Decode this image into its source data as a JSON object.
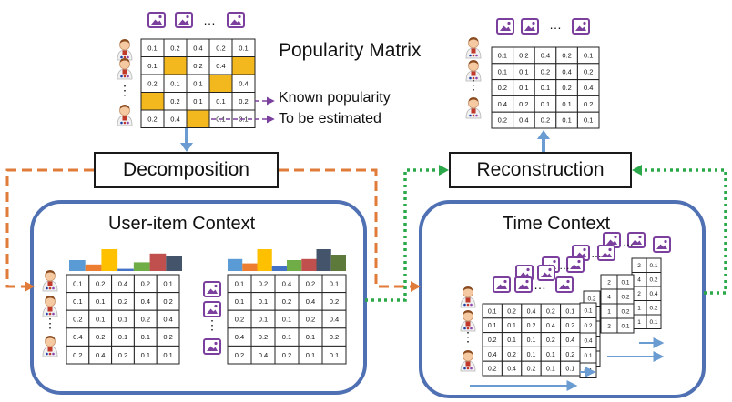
{
  "popularity": {
    "title": "Popularity Matrix",
    "matrix": [
      [
        "0.1",
        "0.2",
        "0.4",
        "0.2",
        "0.1"
      ],
      [
        "0.1",
        "",
        "0.2",
        "0.4",
        ""
      ],
      [
        "0.2",
        "0.1",
        "0.1",
        "",
        "0.4"
      ],
      [
        "",
        "0.2",
        "0.1",
        "0.1",
        "0.2"
      ],
      [
        "0.2",
        "0.4",
        "",
        "0.1",
        "0.1"
      ]
    ],
    "known_highlight_cells": [
      [
        1,
        1
      ],
      [
        1,
        4
      ],
      [
        2,
        3
      ],
      [
        3,
        0
      ],
      [
        4,
        2
      ]
    ],
    "legend_known": "Known popularity",
    "legend_estimated": "To be estimated",
    "highlight_color": "#F2B81E"
  },
  "steps": {
    "decomposition": "Decomposition",
    "reconstruction": "Reconstruction"
  },
  "contexts": {
    "user_item_title": "User-item Context",
    "time_title": "Time Context"
  },
  "reconstructed": {
    "matrix": [
      [
        "0.1",
        "0.2",
        "0.4",
        "0.2",
        "0.1"
      ],
      [
        "0.1",
        "0.1",
        "0.2",
        "0.4",
        "0.2"
      ],
      [
        "0.2",
        "0.1",
        "0.1",
        "0.2",
        "0.4"
      ],
      [
        "0.4",
        "0.2",
        "0.1",
        "0.1",
        "0.2"
      ],
      [
        "0.2",
        "0.4",
        "0.2",
        "0.1",
        "0.1"
      ]
    ]
  },
  "user_item": {
    "matrix_left": [
      [
        "0.1",
        "0.2",
        "0.4",
        "0.2",
        "0.1"
      ],
      [
        "0.1",
        "0.1",
        "0.2",
        "0.4",
        "0.2"
      ],
      [
        "0.2",
        "0.1",
        "0.1",
        "0.2",
        "0.4"
      ],
      [
        "0.4",
        "0.2",
        "0.1",
        "0.1",
        "0.2"
      ],
      [
        "0.2",
        "0.4",
        "0.2",
        "0.1",
        "0.1"
      ]
    ],
    "matrix_right": [
      [
        "0.1",
        "0.2",
        "0.4",
        "0.2",
        "0.1"
      ],
      [
        "0.1",
        "0.1",
        "0.2",
        "0.4",
        "0.2"
      ],
      [
        "0.2",
        "0.1",
        "0.1",
        "0.2",
        "0.4"
      ],
      [
        "0.4",
        "0.2",
        "0.1",
        "0.1",
        "0.2"
      ],
      [
        "0.2",
        "0.4",
        "0.2",
        "0.1",
        "0.1"
      ]
    ],
    "bars_left": [
      0.5,
      0.3,
      1.0,
      0.1,
      0.4,
      0.8,
      0.7
    ],
    "bars_right": [
      0.55,
      0.35,
      1.0,
      0.25,
      0.5,
      0.55,
      1.0,
      0.75
    ],
    "bar_colors": [
      "#5B9BD5",
      "#ED7D31",
      "#FFC000",
      "#4472C4",
      "#70AD47",
      "#C0504D",
      "#44546A",
      "#5E7A3A"
    ]
  },
  "time": {
    "front_matrix": [
      [
        "0.1",
        "0.2",
        "0.4",
        "0.2",
        "0.1"
      ],
      [
        "0.1",
        "0.1",
        "0.2",
        "0.4",
        "0.2"
      ],
      [
        "0.2",
        "0.1",
        "0.1",
        "0.2",
        "0.4"
      ],
      [
        "0.4",
        "0.2",
        "0.1",
        "0.1",
        "0.2"
      ],
      [
        "0.2",
        "0.4",
        "0.2",
        "0.1",
        "0.1"
      ]
    ],
    "layer1_col": [
      "0.1",
      "0.2",
      "0.4",
      "0.1",
      "0.1"
    ],
    "layer2_col": [
      "0.2",
      "0.4",
      "0.2",
      "0.1",
      "0.1"
    ],
    "layer3_cols": [
      [
        "2",
        "4",
        "1",
        "2"
      ],
      [
        "0.1",
        "0.2",
        "0.2",
        "0.1"
      ]
    ],
    "layer4_cols": [
      [
        "2",
        "4",
        "2",
        "1",
        "1"
      ],
      [
        "0.1",
        "0.2",
        "0.4",
        "0.2",
        "0.1"
      ]
    ]
  },
  "symbols": {
    "ellipsis": "…",
    "vdots": "⋮"
  },
  "colors": {
    "context_border": "#4F71B3",
    "decomp_arrow": "#E07B39",
    "recon_arrow": "#2BA84A",
    "down_arrow": "#6A9BD1",
    "legend_arrow": "#7B3F9E",
    "icon_purple": "#7B3F9E"
  }
}
